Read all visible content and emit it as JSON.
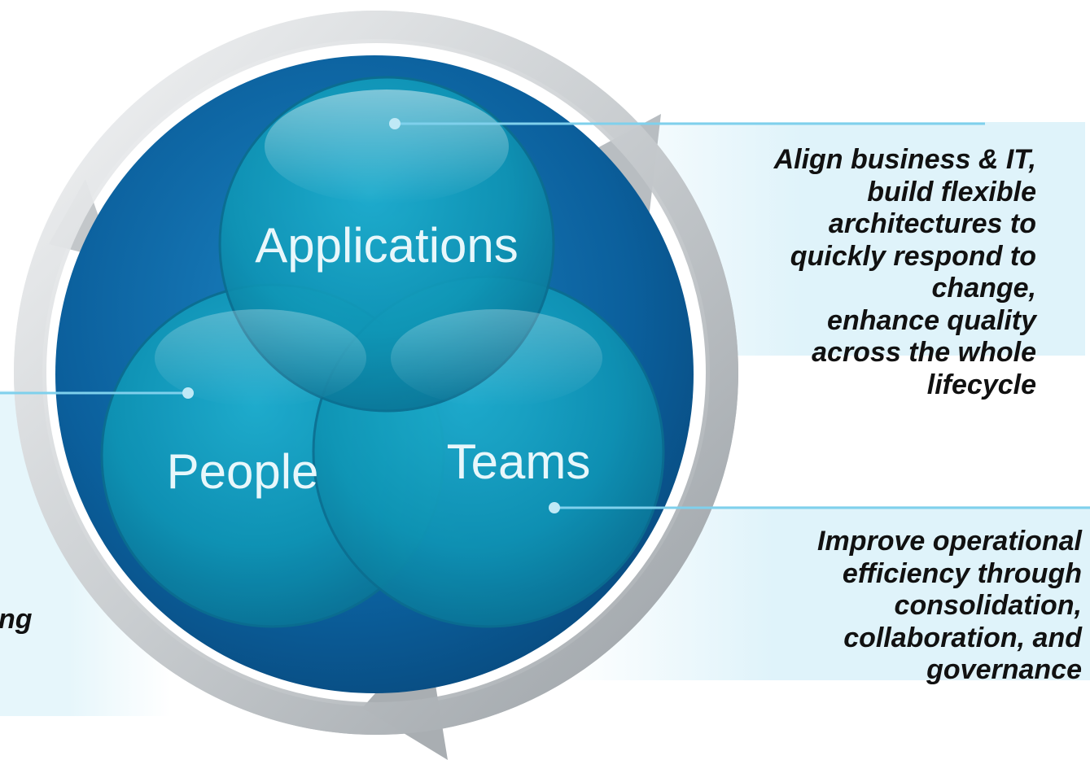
{
  "diagram": {
    "circles": {
      "applications": "Applications",
      "people": "People",
      "teams": "Teams"
    },
    "callouts": {
      "applications": [
        "Align business & IT,",
        "build flexible",
        "architectures to",
        "quickly respond to",
        "change,",
        "enhance quality",
        "across the whole",
        "lifecycle"
      ],
      "teams": [
        "Improve operational",
        "efficiency through",
        "consolidation,",
        "collaboration, and",
        "governance"
      ],
      "people_partial": "ng"
    }
  },
  "colors": {
    "outer_blue": "#0b5f9c",
    "inner_teal": "#0f95b5",
    "ring_silver": "#cfd3d6",
    "panel_tint": "#dff3fa",
    "connector": "#7fd0ec"
  }
}
